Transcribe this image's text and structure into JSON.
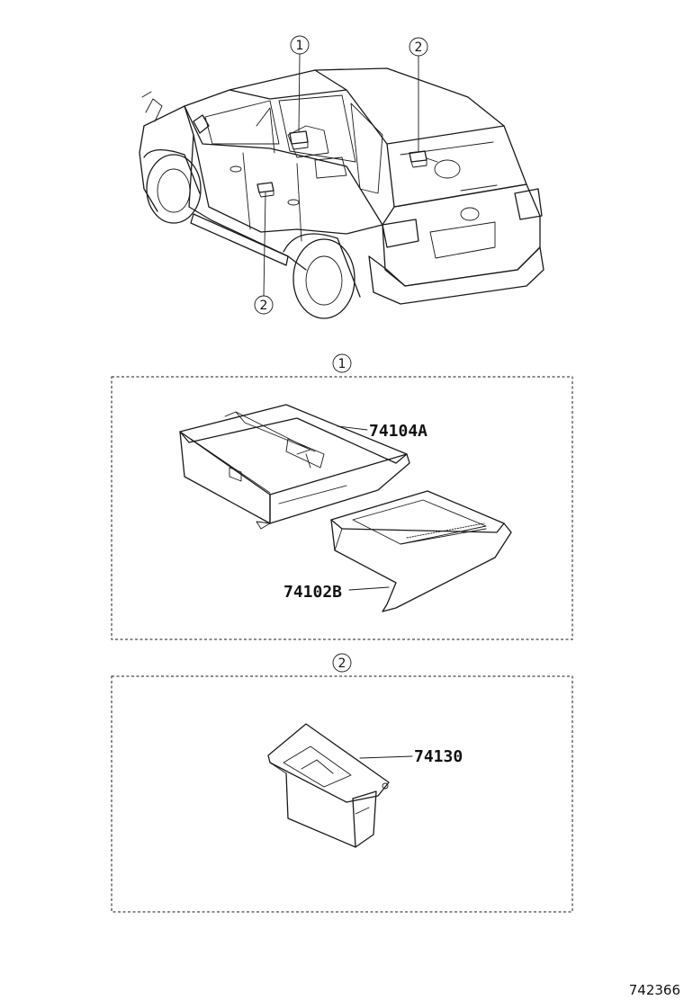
{
  "overview": {
    "callouts": [
      {
        "number": "1"
      },
      {
        "number": "2"
      },
      {
        "number": "2"
      }
    ]
  },
  "detail_1": {
    "callout": "1",
    "parts": [
      {
        "number": "74104A"
      },
      {
        "number": "74102B"
      }
    ]
  },
  "detail_2": {
    "callout": "2",
    "parts": [
      {
        "number": "74130"
      }
    ]
  },
  "diagram_id": "742366"
}
